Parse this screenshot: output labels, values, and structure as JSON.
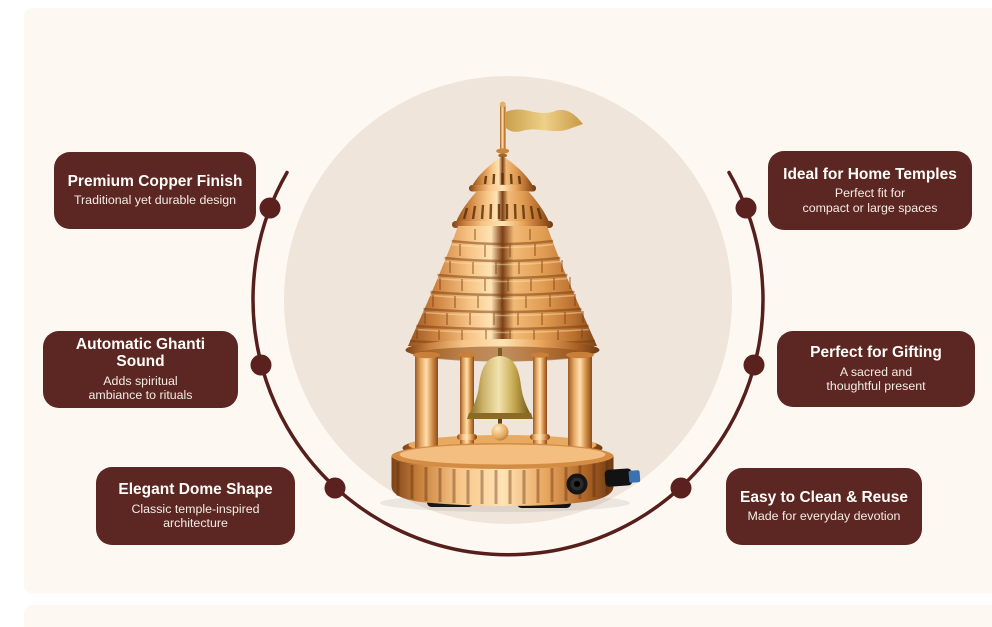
{
  "colors": {
    "page_background": "#ffffff",
    "card_background": "#fdf8f2",
    "circle_background": "#f0e5db",
    "callout_background": "#5c2723",
    "connector_maroon": "#571f1c",
    "title_text": "#fffdf9",
    "subtitle_text": "#f3ece5",
    "copper": "#d98e47",
    "brass_bell": "#d9c075"
  },
  "product_description": "Golden copper automatic temple ghanti: conical tiled dome with flag finial, four pillars, hanging brass bell with clapper ball, round fluted base with power knob and DC jack",
  "features": [
    {
      "id": "premium-copper-finish",
      "title": "Premium Copper Finish",
      "subtitle": "Traditional yet durable design",
      "side": "left"
    },
    {
      "id": "automatic-ghanti-sound",
      "title": "Automatic Ghanti Sound",
      "subtitle": "Adds spiritual\nambiance to rituals",
      "side": "left"
    },
    {
      "id": "elegant-dome-shape",
      "title": "Elegant Dome Shape",
      "subtitle": "Classic temple-inspired\narchitecture",
      "side": "left"
    },
    {
      "id": "ideal-for-home-temples",
      "title": "Ideal for Home Temples",
      "subtitle": "Perfect fit for\ncompact or large spaces",
      "side": "right"
    },
    {
      "id": "perfect-for-gifting",
      "title": "Perfect for Gifting",
      "subtitle": "A sacred and\nthoughtful present",
      "side": "right"
    },
    {
      "id": "easy-to-clean-reuse",
      "title": "Easy to Clean & Reuse",
      "subtitle": "Made for everyday devotion",
      "side": "right"
    }
  ]
}
